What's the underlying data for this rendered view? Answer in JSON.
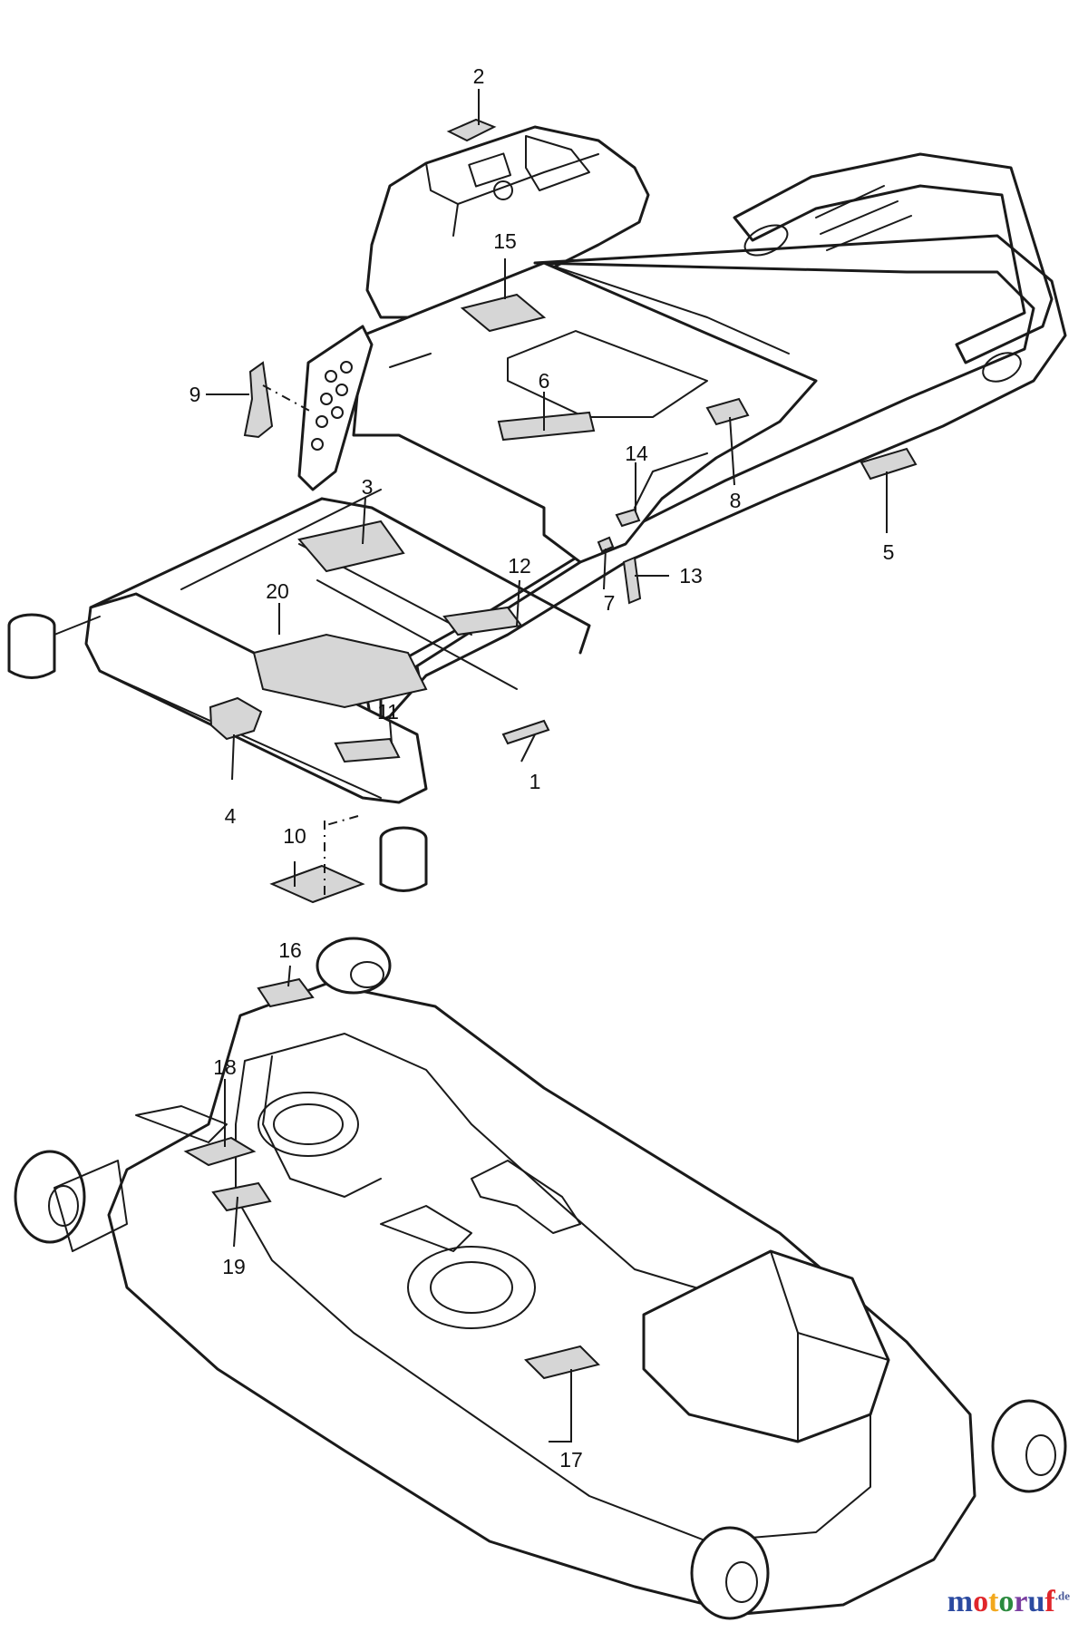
{
  "callouts": [
    {
      "id": "1",
      "label": "1"
    },
    {
      "id": "2",
      "label": "2"
    },
    {
      "id": "3",
      "label": "3"
    },
    {
      "id": "4",
      "label": "4"
    },
    {
      "id": "5",
      "label": "5"
    },
    {
      "id": "6",
      "label": "6"
    },
    {
      "id": "7",
      "label": "7"
    },
    {
      "id": "8",
      "label": "8"
    },
    {
      "id": "9",
      "label": "9"
    },
    {
      "id": "10",
      "label": "10"
    },
    {
      "id": "11",
      "label": "11"
    },
    {
      "id": "12",
      "label": "12"
    },
    {
      "id": "13",
      "label": "13"
    },
    {
      "id": "14",
      "label": "14"
    },
    {
      "id": "15",
      "label": "15"
    },
    {
      "id": "16",
      "label": "16"
    },
    {
      "id": "17",
      "label": "17"
    },
    {
      "id": "18",
      "label": "18"
    },
    {
      "id": "19",
      "label": "19"
    },
    {
      "id": "20",
      "label": "20"
    }
  ],
  "watermark": {
    "text": "motoruf",
    "letters": [
      "m",
      "o",
      "t",
      "o",
      "r",
      "u",
      "f"
    ],
    "letter_colors": [
      "#2b4aa0",
      "#e0262b",
      "#f2a81d",
      "#2b8a3e",
      "#7a3ea0",
      "#2b4aa0",
      "#e0262b"
    ],
    "suffix": ".de"
  }
}
